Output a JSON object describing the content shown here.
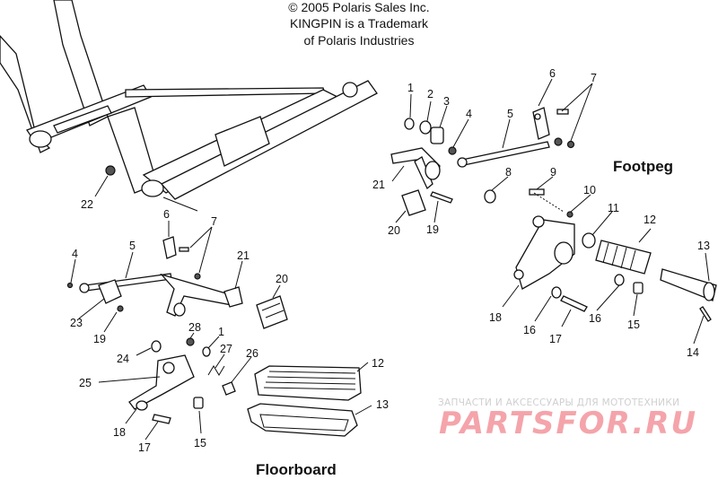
{
  "header": {
    "line1": "© 2005 Polaris Sales Inc.",
    "line2": "KINGPIN is a Trademark",
    "line3": "of Polaris Industries"
  },
  "sections": {
    "footpeg": "Footpeg",
    "floorboard": "Floorboard"
  },
  "watermark": {
    "tagline": "ЗАПЧАСТИ И АКСЕССУАРЫ ДЛЯ МОТОТЕХНИКИ",
    "logo": "PARTSFOR.RU"
  },
  "callouts": {
    "footpeg": [
      {
        "id": "fp-1",
        "label": "1"
      },
      {
        "id": "fp-2",
        "label": "2"
      },
      {
        "id": "fp-3",
        "label": "3"
      },
      {
        "id": "fp-4",
        "label": "4"
      },
      {
        "id": "fp-5",
        "label": "5"
      },
      {
        "id": "fp-6",
        "label": "6"
      },
      {
        "id": "fp-7",
        "label": "7"
      },
      {
        "id": "fp-8",
        "label": "8"
      },
      {
        "id": "fp-9",
        "label": "9"
      },
      {
        "id": "fp-10",
        "label": "10"
      },
      {
        "id": "fp-11",
        "label": "11"
      },
      {
        "id": "fp-12",
        "label": "12"
      },
      {
        "id": "fp-13",
        "label": "13"
      },
      {
        "id": "fp-14",
        "label": "14"
      },
      {
        "id": "fp-15",
        "label": "15"
      },
      {
        "id": "fp-16a",
        "label": "16"
      },
      {
        "id": "fp-16b",
        "label": "16"
      },
      {
        "id": "fp-17",
        "label": "17"
      },
      {
        "id": "fp-18",
        "label": "18"
      },
      {
        "id": "fp-19",
        "label": "19"
      },
      {
        "id": "fp-20",
        "label": "20"
      },
      {
        "id": "fp-21",
        "label": "21"
      }
    ],
    "floorboard": [
      {
        "id": "fb-22",
        "label": "22"
      },
      {
        "id": "fb-6",
        "label": "6"
      },
      {
        "id": "fb-7",
        "label": "7"
      },
      {
        "id": "fb-4",
        "label": "4"
      },
      {
        "id": "fb-5",
        "label": "5"
      },
      {
        "id": "fb-21",
        "label": "21"
      },
      {
        "id": "fb-20",
        "label": "20"
      },
      {
        "id": "fb-23",
        "label": "23"
      },
      {
        "id": "fb-19",
        "label": "19"
      },
      {
        "id": "fb-28",
        "label": "28"
      },
      {
        "id": "fb-1",
        "label": "1"
      },
      {
        "id": "fb-24",
        "label": "24"
      },
      {
        "id": "fb-27",
        "label": "27"
      },
      {
        "id": "fb-26",
        "label": "26"
      },
      {
        "id": "fb-12",
        "label": "12"
      },
      {
        "id": "fb-25",
        "label": "25"
      },
      {
        "id": "fb-13",
        "label": "13"
      },
      {
        "id": "fb-18",
        "label": "18"
      },
      {
        "id": "fb-17",
        "label": "17"
      },
      {
        "id": "fb-15",
        "label": "15"
      }
    ]
  }
}
